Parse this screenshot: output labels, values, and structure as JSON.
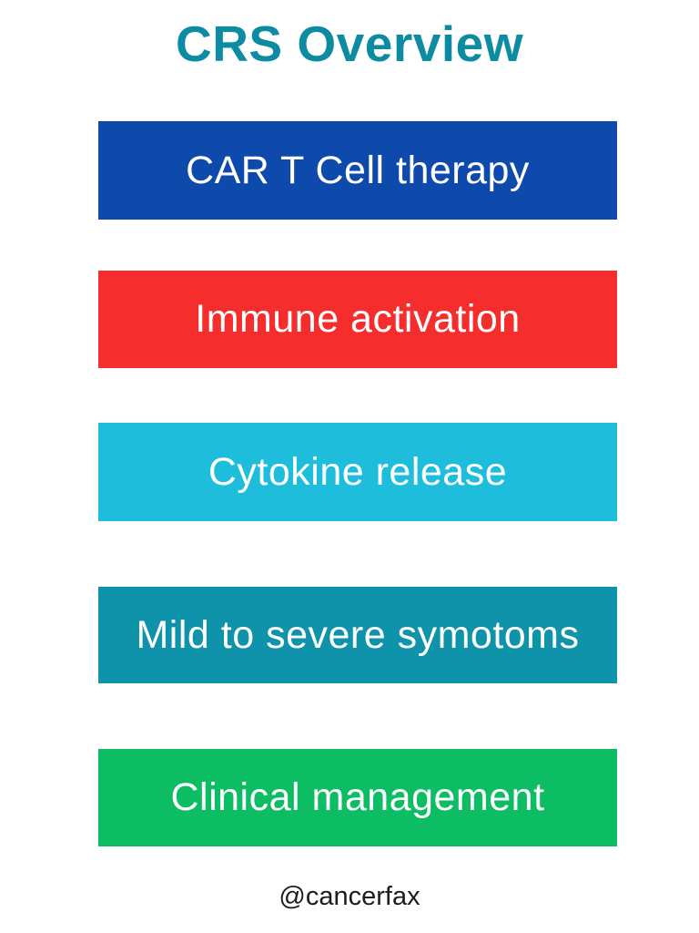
{
  "page": {
    "title": "CRS Overview",
    "title_color": "#0d8ba3",
    "footer": "@cancerfax",
    "background_color": "#ffffff",
    "bar_text_color": "#ffffff"
  },
  "bars": [
    {
      "label": "CAR T Cell therapy",
      "color": "#0d4aab"
    },
    {
      "label": "Immune activation",
      "color": "#f52d2d"
    },
    {
      "label": "Cytokine release",
      "color": "#1fbddc"
    },
    {
      "label": "Mild to severe symotoms",
      "color": "#0f93ab"
    },
    {
      "label": "Clinical management",
      "color": "#0cbd64"
    }
  ]
}
